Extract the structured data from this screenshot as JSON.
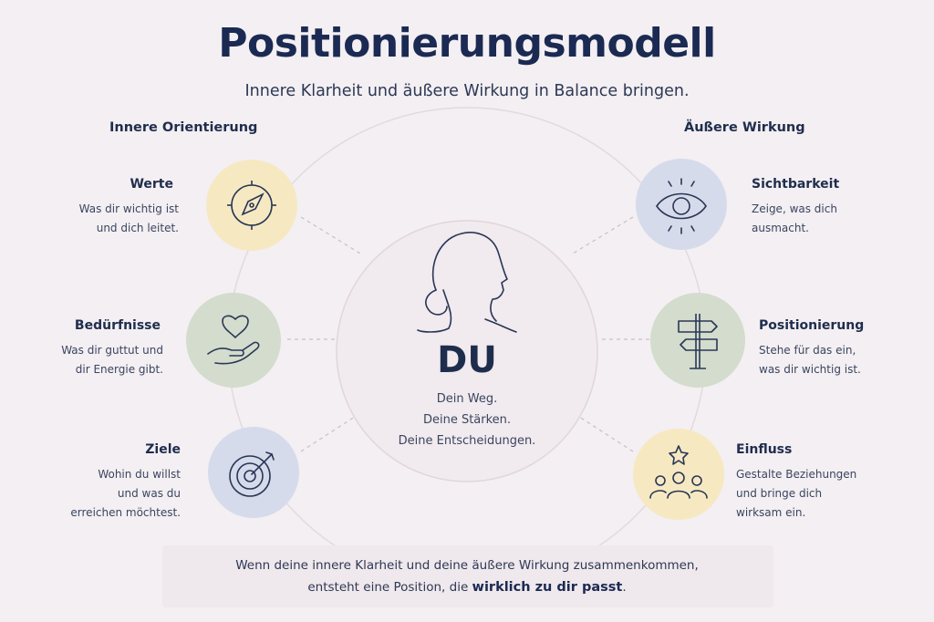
{
  "title": "Positionierungsmodell",
  "subtitle": "Innere Klarheit und äußere Wirkung in Balance bringen.",
  "left_section": "Innere Orientierung",
  "right_section": "Äußere Wirkung",
  "center": {
    "name": "DU",
    "lines": [
      "Dein Weg.",
      "Deine Stärken.",
      "Deine Entscheidungen."
    ]
  },
  "left_items": [
    {
      "title": "Werte",
      "lines": [
        "Was dir wichtig ist",
        "und dich leitet."
      ],
      "icon": "compass-icon",
      "color": "#f6e9c2"
    },
    {
      "title": "Bedürfnisse",
      "lines": [
        "Was dir guttut und",
        "dir Energie gibt."
      ],
      "icon": "heart-hand-icon",
      "color": "#d3dccd"
    },
    {
      "title": "Ziele",
      "lines": [
        "Wohin du willst",
        "und was du",
        "erreichen möchtest."
      ],
      "icon": "target-icon",
      "color": "#d5dbea"
    }
  ],
  "right_items": [
    {
      "title": "Sichtbarkeit",
      "lines": [
        "Zeige, was dich",
        "ausmacht."
      ],
      "icon": "eye-icon",
      "color": "#d5dbea"
    },
    {
      "title": "Positionierung",
      "lines": [
        "Stehe für das ein,",
        "was dir wichtig ist."
      ],
      "icon": "signpost-icon",
      "color": "#d3dccd"
    },
    {
      "title": "Einfluss",
      "lines": [
        "Gestalte Beziehungen",
        "und bringe dich",
        "wirksam ein."
      ],
      "icon": "people-star-icon",
      "color": "#f6e9c2"
    }
  ],
  "footer": {
    "line1": "Wenn deine innere Klarheit und deine äußere Wirkung zusammenkommen,",
    "line2_prefix": "entsteht eine Position, die ",
    "line2_emphasis": "wirklich zu dir passt",
    "line2_suffix": "."
  },
  "colors": {
    "ink": "#1f2d4d",
    "line": "#ddd5da",
    "center_fill": "#f1eaee"
  }
}
